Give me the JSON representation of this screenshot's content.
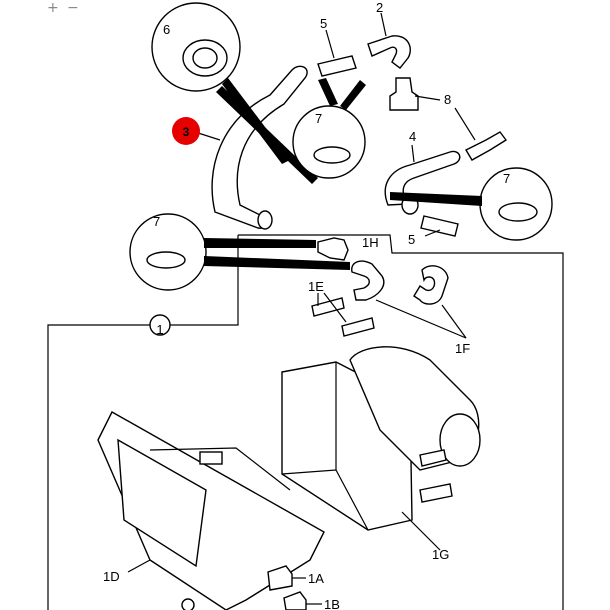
{
  "toolbar": {
    "zoom_in": "+",
    "zoom_out": "−"
  },
  "callouts": {
    "c1": "1",
    "c1A": "1A",
    "c1B": "1B",
    "c1D": "1D",
    "c1E": "1E",
    "c1F": "1F",
    "c1G": "1G",
    "c1H": "1H",
    "c2": "2",
    "c3": "3",
    "c4": "4",
    "c5a": "5",
    "c5b": "5",
    "c6": "6",
    "c7a": "7",
    "c7b": "7",
    "c7c": "7",
    "c8": "8"
  },
  "colors": {
    "highlight": "#e60000",
    "line": "#000000"
  }
}
